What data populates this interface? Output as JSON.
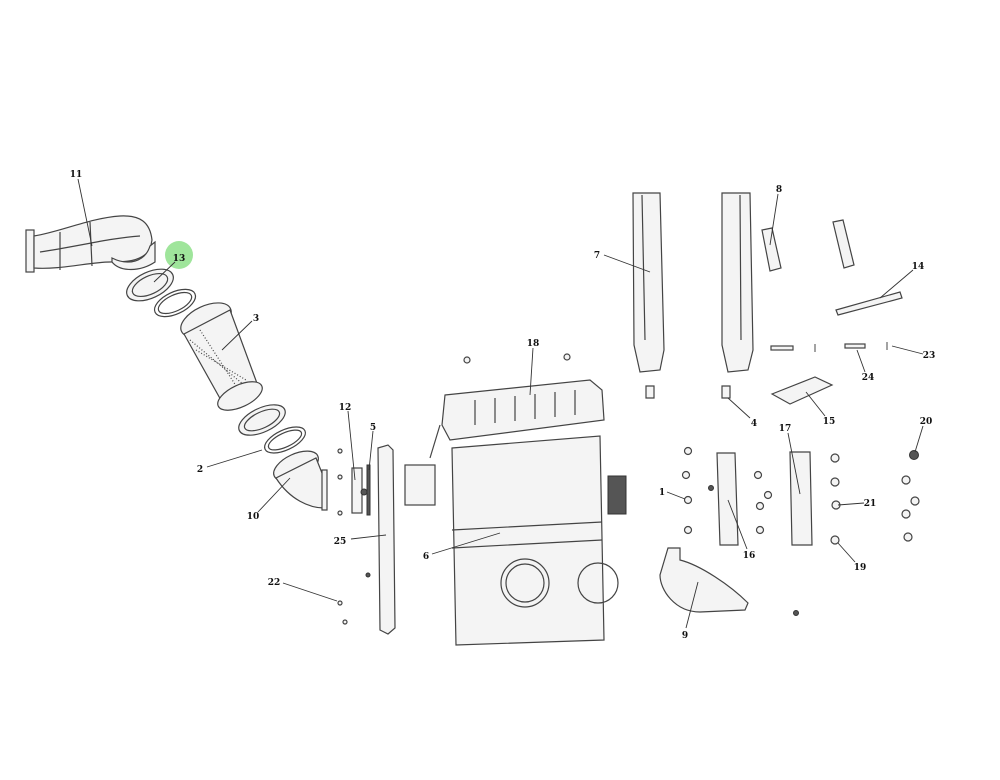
{
  "diagram": {
    "type": "exploded-parts-view",
    "highlight_color": "#8ee08a",
    "selected_part": "13",
    "labels": [
      "11",
      "13",
      "3",
      "2",
      "10",
      "12",
      "5",
      "25",
      "22",
      "18",
      "6",
      "7",
      "8",
      "14",
      "23",
      "24",
      "4",
      "15",
      "17",
      "20",
      "1",
      "16",
      "21",
      "19",
      "9"
    ]
  }
}
